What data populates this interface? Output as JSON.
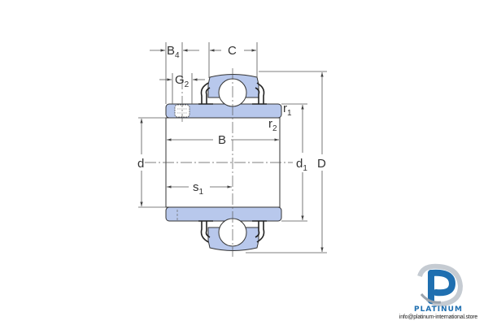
{
  "diagram": {
    "type": "insert bearing cross-section technical drawing",
    "colors": {
      "part_fill": "#b8c8ec",
      "outline": "#333333",
      "dimension_lines": "#555555"
    },
    "dimension_labels": {
      "B4": {
        "main": "B",
        "sub": "4"
      },
      "C": {
        "main": "C"
      },
      "G2": {
        "main": "G",
        "sub": "2"
      },
      "r1": {
        "main": "r",
        "sub": "1"
      },
      "r2": {
        "main": "r",
        "sub": "2"
      },
      "B": {
        "main": "B"
      },
      "d": {
        "main": "d"
      },
      "d1": {
        "main": "d",
        "sub": "1"
      },
      "D": {
        "main": "D"
      },
      "s1": {
        "main": "s",
        "sub": "1"
      }
    }
  },
  "watermark": {
    "brand": "PLATINUM",
    "email": "info@platinum-international.store",
    "colors": {
      "primary": "#1f6fb0",
      "secondary": "#9aa3ad"
    }
  }
}
